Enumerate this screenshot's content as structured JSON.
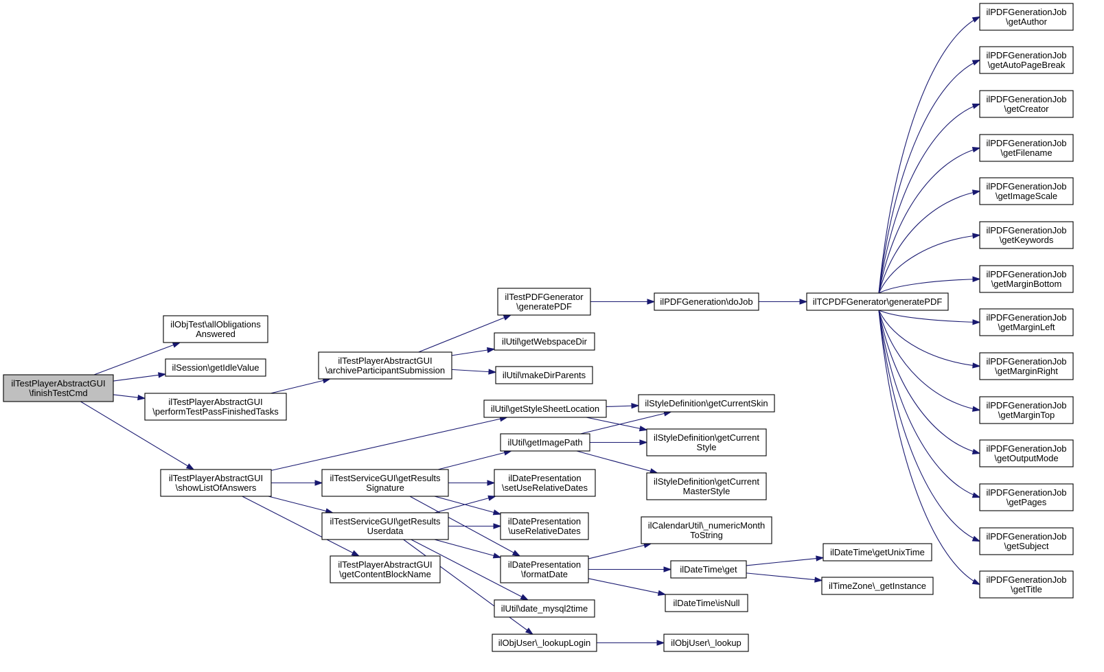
{
  "graph": {
    "title": "",
    "nodes": [
      {
        "id": "finishTestCmd",
        "lines": [
          "ilTestPlayerAbstractGUI",
          "\\finishTestCmd"
        ],
        "highlight": true
      },
      {
        "id": "allObligations",
        "lines": [
          "ilObjTest\\allObligations",
          "Answered"
        ]
      },
      {
        "id": "getIdleValue",
        "lines": [
          "ilSession\\getIdleValue"
        ]
      },
      {
        "id": "performTestPass",
        "lines": [
          "ilTestPlayerAbstractGUI",
          "\\performTestPassFinishedTasks"
        ]
      },
      {
        "id": "showListOfAnswers",
        "lines": [
          "ilTestPlayerAbstractGUI",
          "\\showListOfAnswers"
        ]
      },
      {
        "id": "archiveParticipant",
        "lines": [
          "ilTestPlayerAbstractGUI",
          "\\archiveParticipantSubmission"
        ]
      },
      {
        "id": "getResultsSignature",
        "lines": [
          "ilTestServiceGUI\\getResults",
          "Signature"
        ]
      },
      {
        "id": "getResultsUserdata",
        "lines": [
          "ilTestServiceGUI\\getResults",
          "Userdata"
        ]
      },
      {
        "id": "getContentBlockName",
        "lines": [
          "ilTestPlayerAbstractGUI",
          "\\getContentBlockName"
        ]
      },
      {
        "id": "testPDFGenerate",
        "lines": [
          "ilTestPDFGenerator",
          "\\generatePDF"
        ]
      },
      {
        "id": "getWebspaceDir",
        "lines": [
          "ilUtil\\getWebspaceDir"
        ]
      },
      {
        "id": "makeDirParents",
        "lines": [
          "ilUtil\\makeDirParents"
        ]
      },
      {
        "id": "getStyleSheetLocation",
        "lines": [
          "ilUtil\\getStyleSheetLocation"
        ]
      },
      {
        "id": "getImagePath",
        "lines": [
          "ilUtil\\getImagePath"
        ]
      },
      {
        "id": "setUseRelativeDates",
        "lines": [
          "ilDatePresentation",
          "\\setUseRelativeDates"
        ]
      },
      {
        "id": "useRelativeDates",
        "lines": [
          "ilDatePresentation",
          "\\useRelativeDates"
        ]
      },
      {
        "id": "formatDate",
        "lines": [
          "ilDatePresentation",
          "\\formatDate"
        ]
      },
      {
        "id": "dateMysql2time",
        "lines": [
          "ilUtil\\date_mysql2time"
        ]
      },
      {
        "id": "lookupLogin",
        "lines": [
          "ilObjUser\\_lookupLogin"
        ]
      },
      {
        "id": "doJob",
        "lines": [
          "ilPDFGeneration\\doJob"
        ]
      },
      {
        "id": "getCurrentSkin",
        "lines": [
          "ilStyleDefinition\\getCurrentSkin"
        ]
      },
      {
        "id": "getCurrentStyle",
        "lines": [
          "ilStyleDefinition\\getCurrent",
          "Style"
        ]
      },
      {
        "id": "getCurrentMasterStyle",
        "lines": [
          "ilStyleDefinition\\getCurrent",
          "MasterStyle"
        ]
      },
      {
        "id": "numericMonth",
        "lines": [
          "ilCalendarUtil\\_numericMonth",
          "ToString"
        ]
      },
      {
        "id": "dateTimeGet",
        "lines": [
          "ilDateTime\\get"
        ]
      },
      {
        "id": "dateTimeIsNull",
        "lines": [
          "ilDateTime\\isNull"
        ]
      },
      {
        "id": "lookup",
        "lines": [
          "ilObjUser\\_lookup"
        ]
      },
      {
        "id": "tcpdfGenerate",
        "lines": [
          "ilTCPDFGenerator\\generatePDF"
        ]
      },
      {
        "id": "getUnixTime",
        "lines": [
          "ilDateTime\\getUnixTime"
        ]
      },
      {
        "id": "getInstance",
        "lines": [
          "ilTimeZone\\_getInstance"
        ]
      },
      {
        "id": "jobGetAuthor",
        "lines": [
          "ilPDFGenerationJob",
          "\\getAuthor"
        ]
      },
      {
        "id": "jobGetAutoPageBreak",
        "lines": [
          "ilPDFGenerationJob",
          "\\getAutoPageBreak"
        ]
      },
      {
        "id": "jobGetCreator",
        "lines": [
          "ilPDFGenerationJob",
          "\\getCreator"
        ]
      },
      {
        "id": "jobGetFilename",
        "lines": [
          "ilPDFGenerationJob",
          "\\getFilename"
        ]
      },
      {
        "id": "jobGetImageScale",
        "lines": [
          "ilPDFGenerationJob",
          "\\getImageScale"
        ]
      },
      {
        "id": "jobGetKeywords",
        "lines": [
          "ilPDFGenerationJob",
          "\\getKeywords"
        ]
      },
      {
        "id": "jobGetMarginBottom",
        "lines": [
          "ilPDFGenerationJob",
          "\\getMarginBottom"
        ]
      },
      {
        "id": "jobGetMarginLeft",
        "lines": [
          "ilPDFGenerationJob",
          "\\getMarginLeft"
        ]
      },
      {
        "id": "jobGetMarginRight",
        "lines": [
          "ilPDFGenerationJob",
          "\\getMarginRight"
        ]
      },
      {
        "id": "jobGetMarginTop",
        "lines": [
          "ilPDFGenerationJob",
          "\\getMarginTop"
        ]
      },
      {
        "id": "jobGetOutputMode",
        "lines": [
          "ilPDFGenerationJob",
          "\\getOutputMode"
        ]
      },
      {
        "id": "jobGetPages",
        "lines": [
          "ilPDFGenerationJob",
          "\\getPages"
        ]
      },
      {
        "id": "jobGetSubject",
        "lines": [
          "ilPDFGenerationJob",
          "\\getSubject"
        ]
      },
      {
        "id": "jobGetTitle",
        "lines": [
          "ilPDFGenerationJob",
          "\\getTitle"
        ]
      }
    ],
    "edges": [
      [
        "finishTestCmd",
        "allObligations"
      ],
      [
        "finishTestCmd",
        "getIdleValue"
      ],
      [
        "finishTestCmd",
        "performTestPass"
      ],
      [
        "finishTestCmd",
        "showListOfAnswers"
      ],
      [
        "performTestPass",
        "archiveParticipant"
      ],
      [
        "archiveParticipant",
        "testPDFGenerate"
      ],
      [
        "archiveParticipant",
        "getWebspaceDir"
      ],
      [
        "archiveParticipant",
        "makeDirParents"
      ],
      [
        "testPDFGenerate",
        "doJob"
      ],
      [
        "doJob",
        "tcpdfGenerate"
      ],
      [
        "showListOfAnswers",
        "getStyleSheetLocation"
      ],
      [
        "showListOfAnswers",
        "getResultsSignature"
      ],
      [
        "showListOfAnswers",
        "getResultsUserdata"
      ],
      [
        "showListOfAnswers",
        "getContentBlockName"
      ],
      [
        "getStyleSheetLocation",
        "getCurrentSkin"
      ],
      [
        "getStyleSheetLocation",
        "getCurrentStyle"
      ],
      [
        "getImagePath",
        "getCurrentSkin"
      ],
      [
        "getImagePath",
        "getCurrentStyle"
      ],
      [
        "getImagePath",
        "getCurrentMasterStyle"
      ],
      [
        "getResultsSignature",
        "getImagePath"
      ],
      [
        "getResultsSignature",
        "setUseRelativeDates"
      ],
      [
        "getResultsSignature",
        "useRelativeDates"
      ],
      [
        "getResultsSignature",
        "formatDate"
      ],
      [
        "getResultsUserdata",
        "setUseRelativeDates"
      ],
      [
        "getResultsUserdata",
        "useRelativeDates"
      ],
      [
        "getResultsUserdata",
        "formatDate"
      ],
      [
        "getResultsUserdata",
        "dateMysql2time"
      ],
      [
        "getResultsUserdata",
        "lookupLogin"
      ],
      [
        "formatDate",
        "numericMonth"
      ],
      [
        "formatDate",
        "dateTimeGet"
      ],
      [
        "formatDate",
        "dateTimeIsNull"
      ],
      [
        "dateTimeGet",
        "getUnixTime"
      ],
      [
        "dateTimeGet",
        "getInstance"
      ],
      [
        "lookupLogin",
        "lookup"
      ],
      [
        "tcpdfGenerate",
        "jobGetAuthor"
      ],
      [
        "tcpdfGenerate",
        "jobGetAutoPageBreak"
      ],
      [
        "tcpdfGenerate",
        "jobGetCreator"
      ],
      [
        "tcpdfGenerate",
        "jobGetFilename"
      ],
      [
        "tcpdfGenerate",
        "jobGetImageScale"
      ],
      [
        "tcpdfGenerate",
        "jobGetKeywords"
      ],
      [
        "tcpdfGenerate",
        "jobGetMarginBottom"
      ],
      [
        "tcpdfGenerate",
        "jobGetMarginLeft"
      ],
      [
        "tcpdfGenerate",
        "jobGetMarginRight"
      ],
      [
        "tcpdfGenerate",
        "jobGetMarginTop"
      ],
      [
        "tcpdfGenerate",
        "jobGetOutputMode"
      ],
      [
        "tcpdfGenerate",
        "jobGetPages"
      ],
      [
        "tcpdfGenerate",
        "jobGetSubject"
      ],
      [
        "tcpdfGenerate",
        "jobGetTitle"
      ]
    ]
  }
}
